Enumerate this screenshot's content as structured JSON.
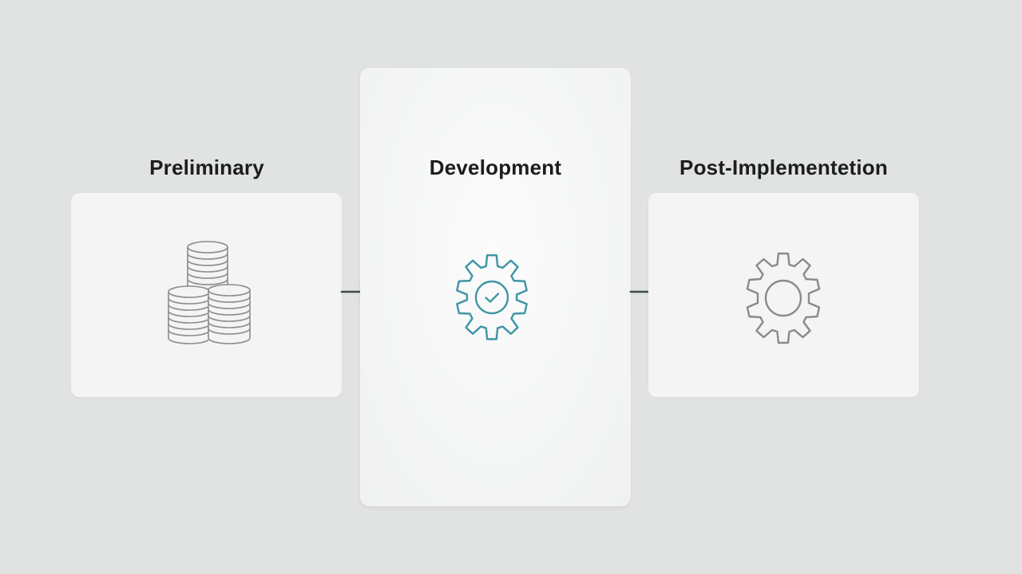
{
  "stages": [
    {
      "title": "Preliminary",
      "icon": "coin-stack-icon"
    },
    {
      "title": "Development",
      "icon": "gear-check-icon",
      "emphasized": true
    },
    {
      "title": "Post-Implementetion",
      "icon": "gear-icon"
    }
  ],
  "connectors": [
    "arrow-right-icon",
    "arrow-right-icon"
  ],
  "colors": {
    "background": "#e1e2e2",
    "card": "#f4f4f4",
    "title_text": "#1b1d1e",
    "coin_stroke": "#8c8c8c",
    "gear_accent": "#3f96a6",
    "gear_neutral": "#8a8a8a",
    "arrow": "#3d4b4b"
  }
}
